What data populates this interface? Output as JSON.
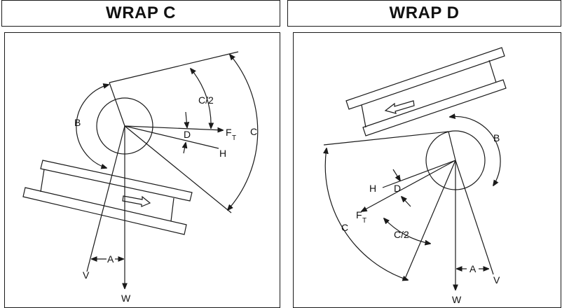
{
  "panels": {
    "wrap_c": {
      "title": "WRAP C",
      "labels": {
        "B": "B",
        "C_half": "C/2",
        "C": "C",
        "D": "D",
        "F": "F",
        "F_sub": "T",
        "H": "H",
        "V": "V",
        "A": "A",
        "W": "W"
      }
    },
    "wrap_d": {
      "title": "WRAP D",
      "labels": {
        "B": "B",
        "C_half": "C/2",
        "C": "C",
        "D": "D",
        "F": "F",
        "F_sub": "T",
        "H": "H",
        "V": "V",
        "A": "A",
        "W": "W"
      }
    }
  },
  "colors": {
    "ink": "#1a1a1a",
    "background": "#ffffff"
  }
}
